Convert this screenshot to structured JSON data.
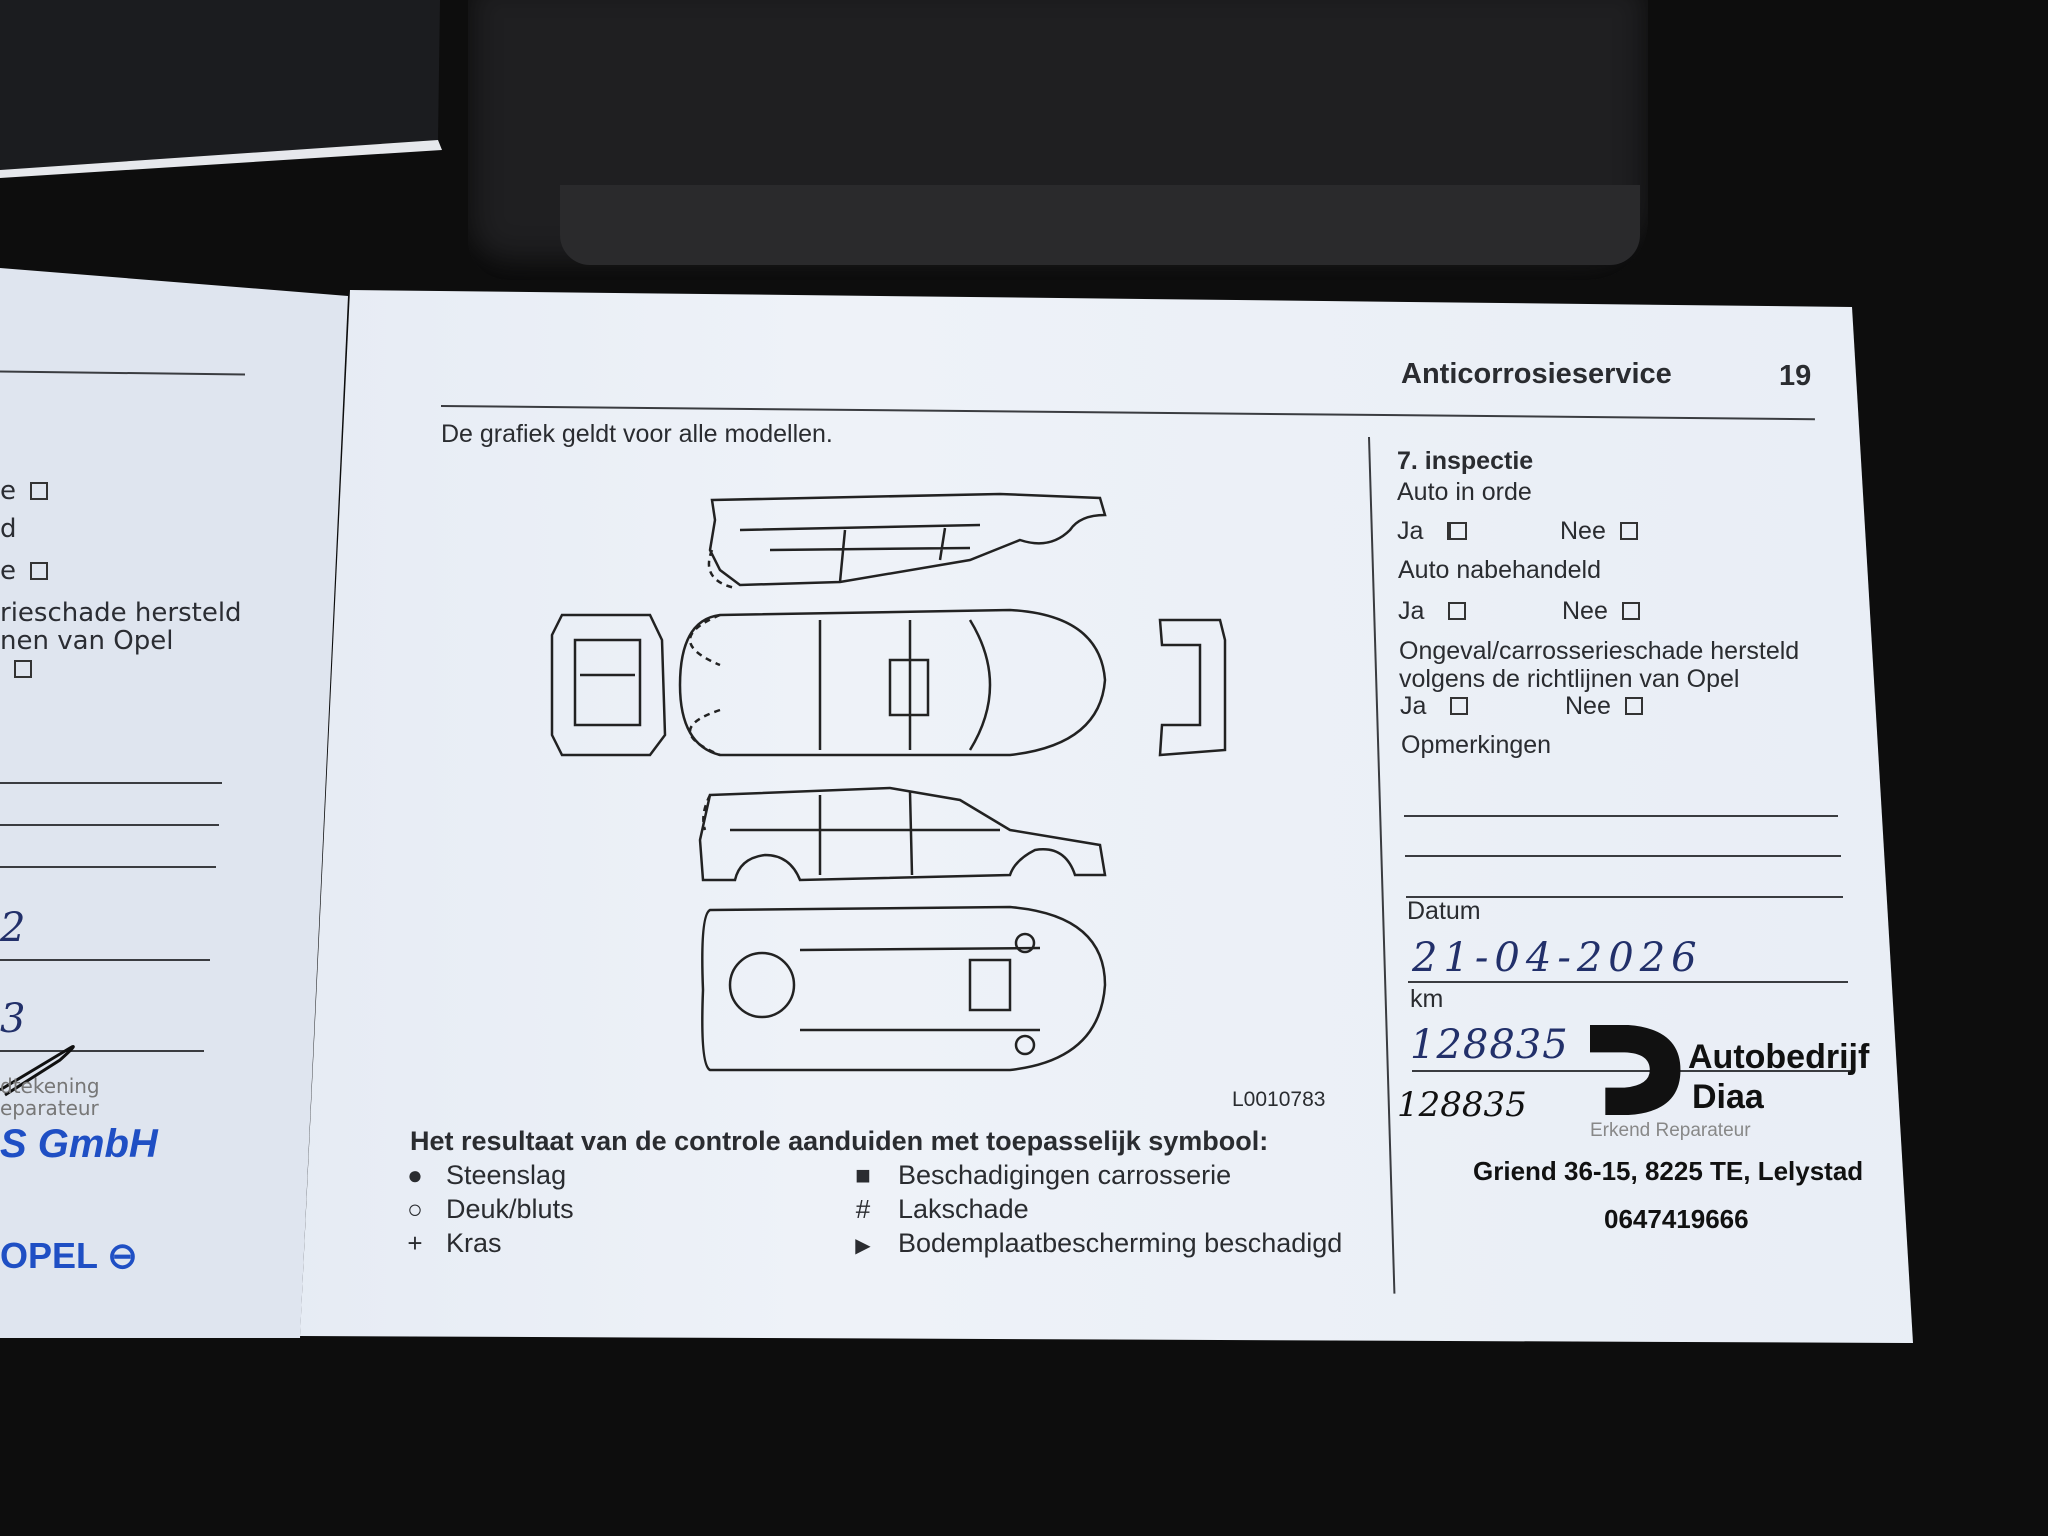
{
  "left_page": {
    "fragments": [
      "e",
      "d",
      "e",
      "rieschade hersteld",
      "nen van Opel"
    ],
    "handwritten": [
      "2",
      "3"
    ],
    "stamp_lines": [
      "dtekening",
      "eparateur"
    ],
    "stamp_company": "S GmbH",
    "stamp_brand": "OPEL"
  },
  "header": {
    "title": "Anticorrosieservice",
    "page_number": "19"
  },
  "intro": "De grafiek geldt voor alle modellen.",
  "diagram": {
    "code": "L0010783"
  },
  "legend": {
    "title": "Het resultaat van de controle aanduiden met toepasselijk symbool:",
    "items": [
      {
        "icon": "filled-circle-icon",
        "symbol": "●",
        "label": "Steenslag"
      },
      {
        "icon": "open-circle-icon",
        "symbol": "○",
        "label": "Deuk/bluts"
      },
      {
        "icon": "plus-icon",
        "symbol": "+",
        "label": "Kras"
      },
      {
        "icon": "filled-square-icon",
        "symbol": "■",
        "label": "Beschadigingen carrosserie"
      },
      {
        "icon": "hash-icon",
        "symbol": "#",
        "label": "Lakschade"
      },
      {
        "icon": "triangle-right-icon",
        "symbol": "▶",
        "label": "Bodemplaatbescherming beschadigd"
      }
    ]
  },
  "inspection": {
    "title": "7. inspectie",
    "q1": {
      "label": "Auto in orde",
      "yes": "Ja",
      "no": "Nee",
      "yes_checked": true
    },
    "q2": {
      "label": "Auto nabehandeld",
      "yes": "Ja",
      "no": "Nee"
    },
    "q3": {
      "label_line1": "Ongeval/carrosserieschade hersteld",
      "label_line2": "volgens de richtlijnen van Opel",
      "yes": "Ja",
      "no": "Nee"
    },
    "remarks_label": "Opmerkingen",
    "date_label": "Datum",
    "date_value": "21-04-2026",
    "km_label": "km",
    "km_value": "128835",
    "km_value_repeat": "128835"
  },
  "dealer_stamp": {
    "name_line1": "Autobedrijf",
    "name_line2": "Diaa",
    "underprint": "Erkend Reparateur",
    "address": "Griend 36-15, 8225 TE, Lelystad",
    "phone": "0647419666"
  }
}
